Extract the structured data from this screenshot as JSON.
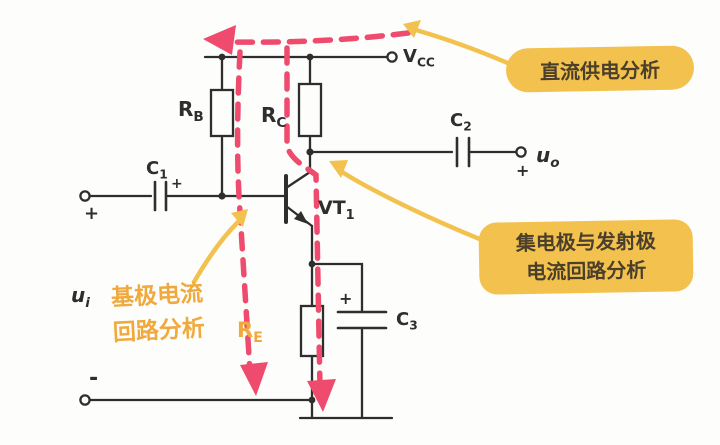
{
  "colors": {
    "ink": "#2e2e2e",
    "loop_pink": "#ee4b6e",
    "callout_yellow": "#f3c14d",
    "callout_orange_text": "#f0a93c",
    "bubble_text": "#4a3f2b",
    "background": "#fdfdfb"
  },
  "labels": {
    "vcc": {
      "main": "V",
      "sub": "CC"
    },
    "rb": {
      "main": "R",
      "sub": "B"
    },
    "rc": {
      "main": "R",
      "sub": "C"
    },
    "re": {
      "main": "R",
      "sub": "E"
    },
    "c1": {
      "main": "C",
      "sub": "1"
    },
    "c2": {
      "main": "C",
      "sub": "2"
    },
    "c3": {
      "main": "C",
      "sub": "3"
    },
    "vt1": {
      "main": "VT",
      "sub": "1"
    },
    "ui": {
      "main": "u",
      "sub": "i"
    },
    "uo": {
      "main": "u",
      "sub": "o"
    },
    "plus_input": "+",
    "plus_c1": "+",
    "plus_output": "+",
    "plus_c3": "+",
    "minus_bottom": "-"
  },
  "callouts": {
    "dc_supply": {
      "text": "直流供电分析"
    },
    "collector_emitter": {
      "line1": "集电极与发射极",
      "line2": "电流回路分析"
    },
    "base_loop": {
      "line1": "基极电流",
      "line2": "回路分析"
    }
  }
}
